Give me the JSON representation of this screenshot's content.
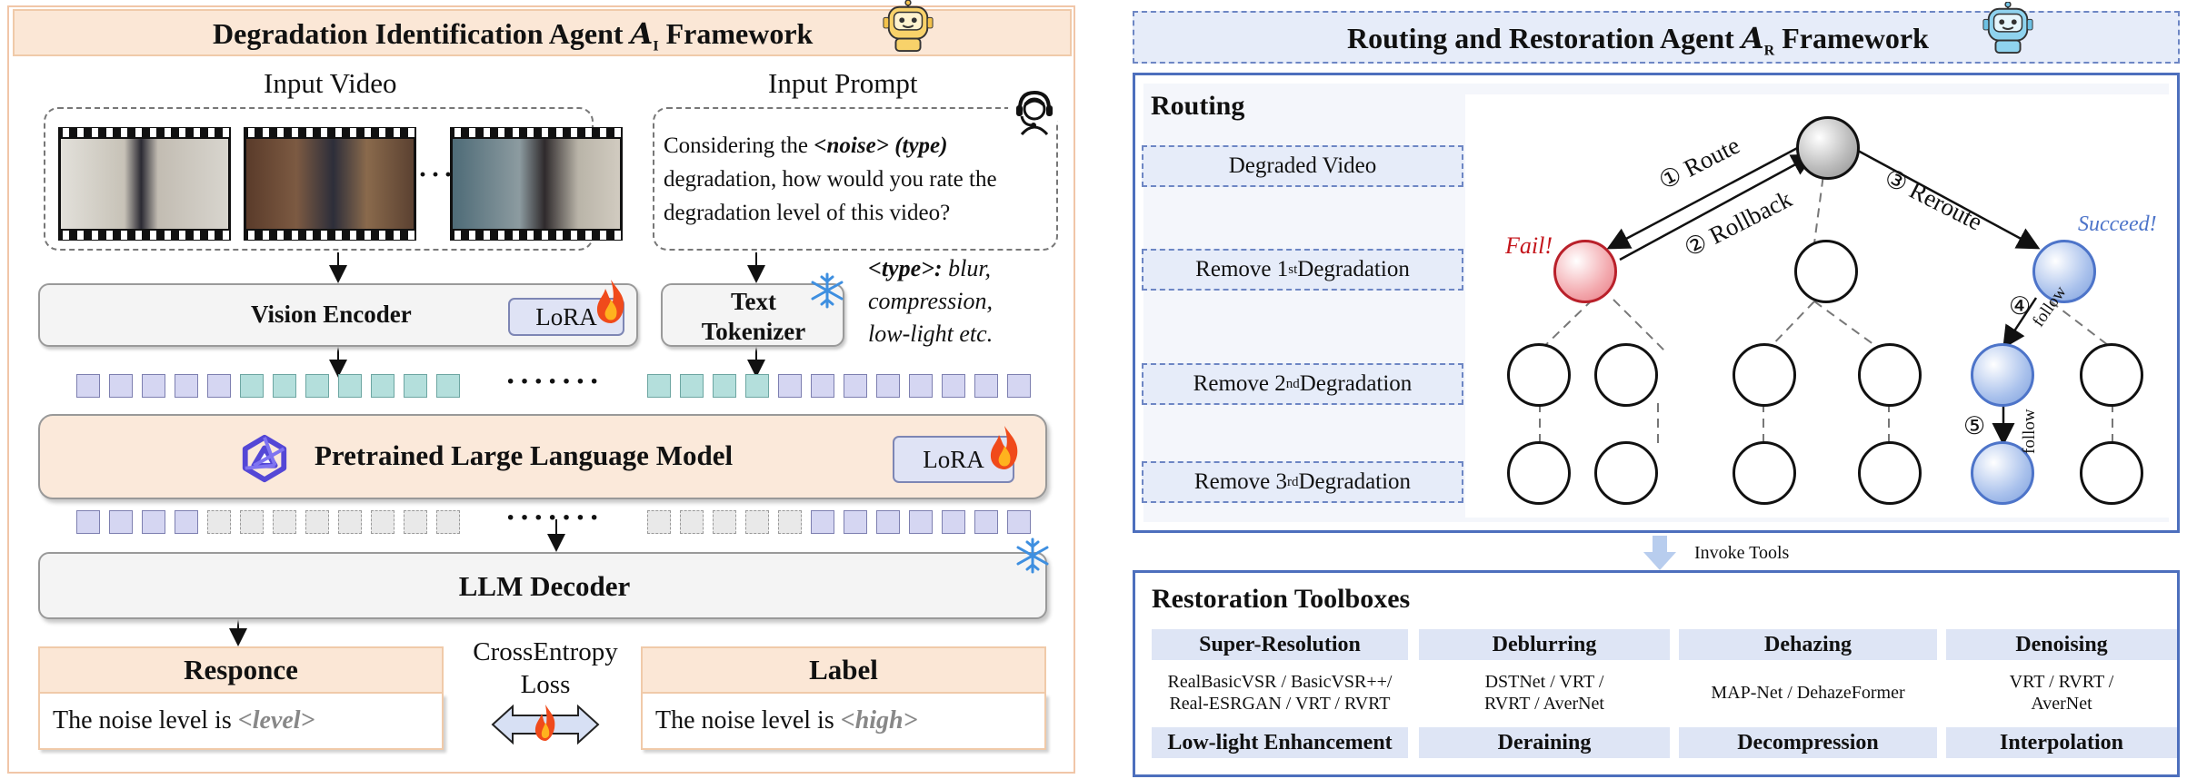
{
  "left": {
    "title_pre": "Degradation Identification Agent ",
    "title_agent": "A",
    "title_sub": "I",
    "title_post": " Framework",
    "input_video_label": "Input Video",
    "video_dots": "···",
    "input_prompt_label": "Input Prompt",
    "prompt_1": "Considering the ",
    "prompt_noise": "<noise>",
    "prompt_type": "(type)",
    "prompt_2": "degradation, how would you rate the degradation level of this video?",
    "type_key": "<type>:",
    "type_rest_1": " blur,",
    "type_rest_2": "compression,",
    "type_rest_3": "low-light etc.",
    "vision_encoder": "Vision Encoder",
    "lora": "LoRA",
    "text_tokenizer_1": "Text",
    "text_tokenizer_2": "Tokenizer",
    "token_dots": "·······",
    "llm": "Pretrained Large Language Model",
    "decoder": "LLM Decoder",
    "response_head": "Responce",
    "response_text": "The noise level is ",
    "response_value": "<level>",
    "loss_1": "CrossEntropy",
    "loss_2": "Loss",
    "label_head": "Label",
    "label_text": "The noise level is ",
    "label_value": "<high>"
  },
  "right": {
    "title_pre": "Routing and Restoration Agent ",
    "title_agent": "A",
    "title_sub": "R",
    "title_post": " Framework",
    "routing": "Routing",
    "stages": {
      "degraded": "Degraded Video",
      "remove1_pre": "Remove 1",
      "remove1_sup": "st",
      "remove2_pre": "Remove 2",
      "remove2_sup": "nd",
      "remove3_pre": "Remove 3",
      "remove3_sup": "rd",
      "suffix": " Degradation"
    },
    "edges": {
      "route": "① Route",
      "rollback": "② Rollback",
      "reroute": "③ Reroute",
      "follow4_num": "④",
      "follow5_num": "⑤",
      "follow": "follow"
    },
    "fail": "Fail!",
    "succeed": "Succeed!",
    "invoke_tools": "Invoke Tools",
    "toolboxes": "Restoration Toolboxes",
    "categories": [
      {
        "name": "Super-Resolution",
        "tools_1": "RealBasicVSR / BasicVSR++/",
        "tools_2": "Real-ESRGAN / VRT / RVRT"
      },
      {
        "name": "Deblurring",
        "tools_1": "DSTNet / VRT /",
        "tools_2": "RVRT / AverNet"
      },
      {
        "name": "Dehazing",
        "tools_1": "MAP-Net / DehazeFormer",
        "tools_2": ""
      },
      {
        "name": "Denoising",
        "tools_1": "VRT / RVRT /",
        "tools_2": "AverNet"
      },
      {
        "name": "Low-light Enhancement"
      },
      {
        "name": "Deraining"
      },
      {
        "name": "Decompression"
      },
      {
        "name": "Interpolation"
      }
    ]
  },
  "colors": {
    "left_accent": "#fbe7d6",
    "right_accent": "#e6ecf9",
    "right_border": "#4d6fbd",
    "fail_red": "#c4161c",
    "succeed_blue": "#4d74c9"
  },
  "icons": [
    "robot-icon",
    "headset-user-icon",
    "flame-icon",
    "snowflake-icon",
    "qwen-logo-icon",
    "down-arrow-icon"
  ]
}
